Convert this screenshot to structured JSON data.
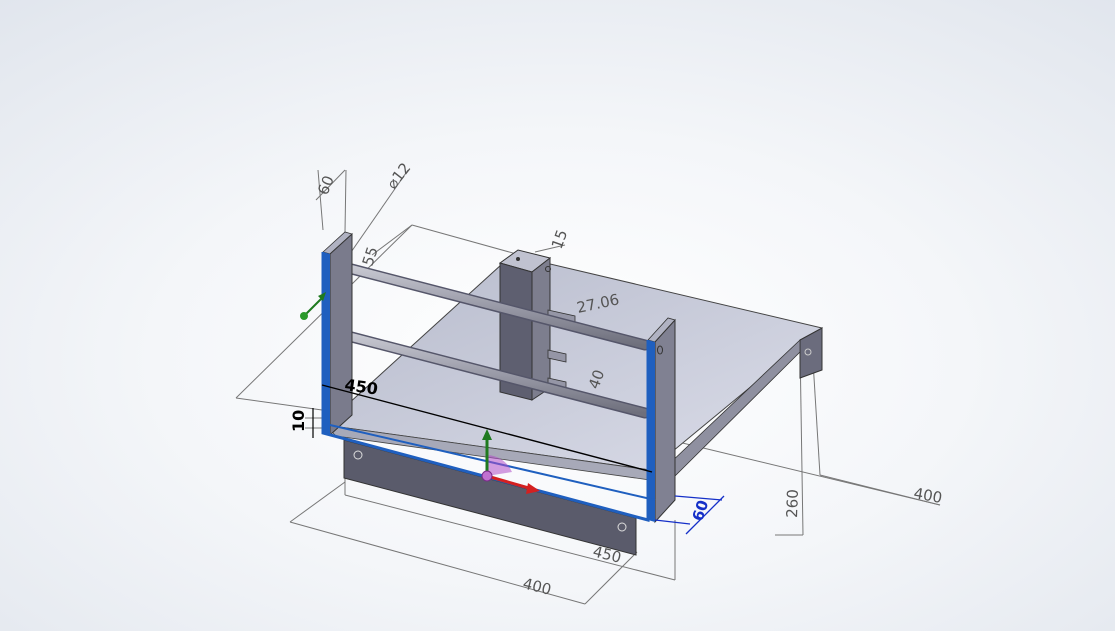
{
  "dimensions": {
    "d_60_top": "60",
    "d_dia_12": "⌀12",
    "d_55": "55",
    "d_15": "15",
    "d_27_06": "27.06",
    "d_40": "40",
    "d_450_selected": "450",
    "d_10": "10",
    "d_60_active": "60",
    "d_260": "260",
    "d_400_right": "400",
    "d_450_front": "450",
    "d_400_front": "400"
  },
  "colors": {
    "selection_blue": "#1f5fbf",
    "triad_x": "#d42020",
    "triad_y": "#1f7a1f",
    "triad_rotate": "#b04fc8",
    "part_face": "#c9ccdc"
  },
  "icons": [
    "triad-x-arrow-icon",
    "triad-y-arrow-icon",
    "triad-ring-icon",
    "drag-handle-icon"
  ]
}
